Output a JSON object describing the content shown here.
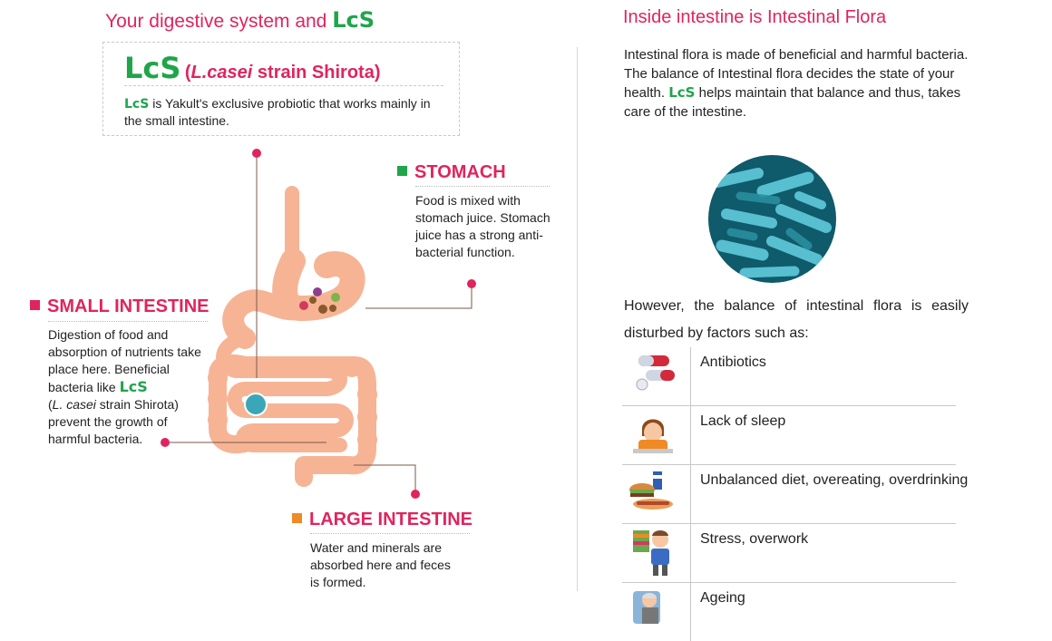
{
  "left": {
    "title_prefix": "Your digestive system and",
    "title_brand": "LcS",
    "lcs_box": {
      "brand": "LcS",
      "paren_open": "(",
      "strain_italic": "L.casei",
      "strain_rest": " strain Shirota",
      "paren_close": ")",
      "desc_brand": "LcS",
      "desc_text": " is Yakult's exclusive probiotic that works mainly in the small intestine."
    },
    "stomach": {
      "title": "STOMACH",
      "text": "Food is mixed with stomach juice. Stomach juice has a strong anti-bacterial function."
    },
    "small_intestine": {
      "title": "SMALL INTESTINE",
      "text_1": "Digestion of food and absorption of nutrients take place here. Beneficial bacteria like ",
      "brand": "LcS",
      "text_2_open": "(",
      "text_2_italic": "L. casei",
      "text_2_rest": " strain Shirota) prevent the growth of harmful bacteria."
    },
    "large_intestine": {
      "title": "LARGE INTESTINE",
      "text": "Water and minerals are absorbed here and feces is formed."
    }
  },
  "right": {
    "title": "Inside intestine is Intestinal Flora",
    "intro_1": "Intestinal flora is made of beneficial and harmful bacteria. The balance of Intestinal flora decides the state of your health. ",
    "intro_brand": "LcS",
    "intro_2": " helps maintain that balance and thus, takes care of the intestine.",
    "however": "However, the balance of intestinal flora is easily disturbed by factors such as:",
    "factors": [
      {
        "label": "Antibiotics",
        "icon": "pills-icon"
      },
      {
        "label": "Lack of sleep",
        "icon": "tired-person-icon"
      },
      {
        "label": "Unbalanced diet, overeating, overdrinking",
        "icon": "junk-food-icon"
      },
      {
        "label": "Stress, overwork",
        "icon": "stressed-worker-icon"
      },
      {
        "label": "Ageing",
        "icon": "elderly-person-icon"
      }
    ]
  },
  "colors": {
    "accent_pink": "#e0245e",
    "brand_green": "#1fa54a",
    "stomach_bullet": "#1fa54a",
    "small_intestine_bullet": "#e0245e",
    "large_intestine_bullet": "#f08a24",
    "organ_fill": "#f6b495",
    "flora_blue": "#3aa7b8"
  }
}
